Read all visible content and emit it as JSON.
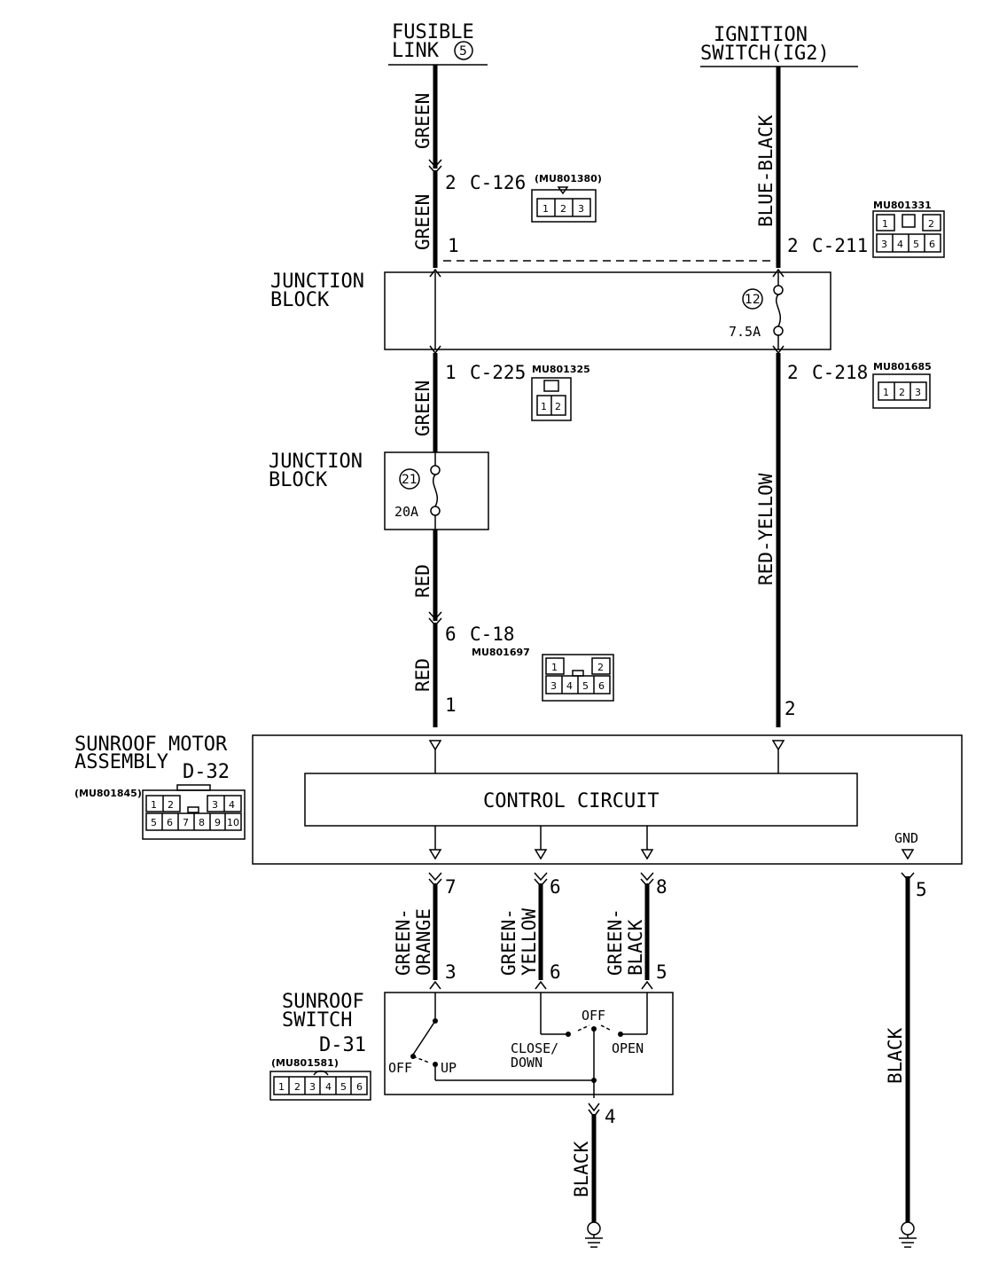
{
  "sources": {
    "fusible_link": {
      "line1": "FUSIBLE",
      "line2": "LINK",
      "number": "5"
    },
    "ignition_switch": {
      "line1": "IGNITION",
      "line2": "SWITCH(IG2)"
    }
  },
  "wires": {
    "left_top": "GREEN",
    "left_c126": "GREEN",
    "left_c225": "GREEN",
    "left_red_top": "RED",
    "left_red_bottom": "RED",
    "right_top": "BLUE-BLACK",
    "right_middle": "RED-YELLOW",
    "out_7_a": "GREEN-",
    "out_7_b": "ORANGE",
    "out_6_a": "GREEN-",
    "out_6_b": "YELLOW",
    "out_8_a": "GREEN-",
    "out_8_b": "BLACK",
    "ground_left": "BLACK",
    "ground_right": "BLACK"
  },
  "connectors": {
    "c126": {
      "pin": "2",
      "name": "C-126",
      "part": "(MU801380)",
      "pins": [
        "1",
        "2",
        "3"
      ]
    },
    "c211": {
      "pin": "2",
      "name": "C-211",
      "part": "MU801331",
      "pins_top": [
        "1",
        "2"
      ],
      "pins_bottom": [
        "3",
        "4",
        "5",
        "6"
      ]
    },
    "c225": {
      "pin": "1",
      "name": "C-225",
      "part": "MU801325",
      "pins": [
        "1",
        "2"
      ]
    },
    "c218": {
      "pin": "2",
      "name": "C-218",
      "part": "MU801685",
      "pins": [
        "1",
        "2",
        "3"
      ]
    },
    "c18": {
      "pin": "6",
      "name": "C-18",
      "part": "MU801697",
      "pins_top": [
        "1",
        "2"
      ],
      "pins_bottom": [
        "3",
        "4",
        "5",
        "6"
      ]
    },
    "d32": {
      "part": "(MU801845)",
      "pins_top": [
        "1",
        "2",
        "3",
        "4"
      ],
      "pins_bottom": [
        "5",
        "6",
        "7",
        "8",
        "9",
        "10"
      ]
    },
    "d31": {
      "part": "(MU801581)",
      "pins": [
        "1",
        "2",
        "3",
        "4",
        "5",
        "6"
      ]
    }
  },
  "junction_block_1": {
    "line1": "JUNCTION",
    "line2": "BLOCK",
    "left_pin_top": "1",
    "fuse_number": "12",
    "fuse_rating": "7.5A"
  },
  "junction_block_2": {
    "line1": "JUNCTION",
    "line2": "BLOCK",
    "fuse_number": "21",
    "fuse_rating": "20A"
  },
  "motor_assembly": {
    "line1": "SUNROOF MOTOR",
    "line2": "ASSEMBLY",
    "id": "D-32",
    "control": "CONTROL CIRCUIT",
    "pin_in_left": "1",
    "pin_in_right": "2",
    "pin_out_1": "7",
    "pin_out_2": "6",
    "pin_out_3": "8",
    "gnd_label": "GND",
    "pin_gnd": "5"
  },
  "sunroof_switch": {
    "line1": "SUNROOF",
    "line2": "SWITCH",
    "id": "D-31",
    "pin_1": "3",
    "pin_2": "6",
    "pin_3": "5",
    "pin_ground": "4",
    "off_label_left": "OFF",
    "up_label": "UP",
    "off_label_right": "OFF",
    "close_label": "CLOSE/",
    "down_label": "DOWN",
    "open_label": "OPEN"
  }
}
